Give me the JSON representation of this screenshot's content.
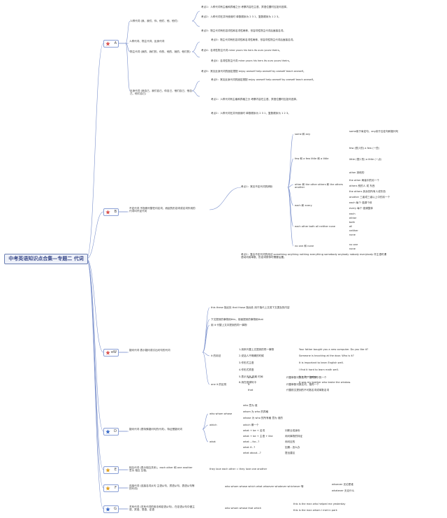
{
  "title": "中考英语知识点合集—专题二 代词",
  "branches": [
    {
      "label": "A",
      "desc": "人称代词、物主代词、反身代词",
      "icon_color": "#d9534f"
    },
    {
      "label": "B",
      "desc": "不定代词 不指明代替任何名词，而起的形容词或名词作用的代词叫不定代词",
      "icon_color": "#d9534f"
    },
    {
      "label": "eW",
      "desc": "疑问代词 表示疑问或引出问句的代词",
      "icon_color": "#d9534f"
    },
    {
      "label": "D",
      "desc": "疑问代词 (表特殊疑问句的代词)，特征是疑问词",
      "icon_color": "#3a6bc9"
    },
    {
      "label": "E",
      "desc": "相互代词 (表示相互关系)，each other 和 one another 意为 相互 互相。",
      "icon_color": "#e0a020"
    },
    {
      "label": "F",
      "desc": "连接代词 (连接名词从句 主语从句、宾语从句、表语从句等的代词)",
      "icon_color": "#e0a020"
    },
    {
      "label": "G",
      "desc": "关系代词 (关系代词的用法和定语从句)，在定语从句中做主语、宾语、表语、定语",
      "icon_color": "#3a6bc9"
    }
  ],
  "a_items": [
    "人称代词 (我、我们、你、他们、他、他们)",
    "物主代词 (我的、我们的、你的、他的、她的、他们的)",
    "反身代词 (我自己、我们自己、你自己、他们自己、他自己、他们自己)"
  ],
  "a_notes": [
    "考点1：人称代词有主格和宾格之分 考察内容在主语、宾语位置时应如何选择。",
    "考点2：人称代词在并列使用时 单数顺序为 2 3 1，复数顺序为 1 2 3。",
    "考点3：物主代词有形容词性和名词性两种，形容词性物主代词后面接名词。",
    "考点4：名词性物主代词 mine yours his hers its ours yours theirs。",
    "考点5：常见反身代词的固定搭配 enjoy oneself help oneself by oneself teach oneself。"
  ],
  "b_core": "考点1：常见不定代词的辨析",
  "b_items": [
    "some 和 any",
    "few 和 a few little 和 a little",
    "other 和 the other others 和 the others another",
    "each 和 every",
    "each other both all neither none",
    "no one 和 none"
  ],
  "b_leafs": [
    "some用于肯定句，any用于否定句和疑问句",
    "few (很少的)  a few (一些)",
    "little (很少的)  a little (一点)",
    "other 其他的",
    "the other 两者中的另一个",
    "others 别的人 或 东西",
    "the others 其余的所有人或东西",
    "another 三者或三者以上中的另一个",
    "each 每个 强调个体",
    "every 每个 强调整体",
    "each",
    "either",
    "both",
    "all",
    "neither",
    "none",
    "no one",
    "none"
  ],
  "b_note": "考点2：复合不定代词的用法 something anything nothing everything somebody anybody nobody everybody 作主语时谓语动词用单数，形容词修饰时需要后置。",
  "c_items": [
    "this these 指近处 that those 指远处 用于指代上文或下文提及的内容",
    "下文提到的事物用this，前面提到的事物用that",
    "用 it 代替上文中提到的同一事物",
    "it 的用法",
    "one it 的区别"
  ],
  "c_it_items": [
    "1.用来代替上文提到的同一事物",
    "2.说话人不明确的时候",
    "3.作形式主语",
    "4.作形式宾语",
    "5.表示天气 距离 时间",
    "6.用在强调句中"
  ],
  "c_it_leafs": [
    "Your father bought you a new computer. Do you like it?",
    "Someone is knocking at the door. Who is it?",
    "It is important to learn English well.",
    "I find it hard to learn math well.",
    "It is fine today.",
    "It was my brother who broke the window."
  ],
  "c_one_items": [
    "one",
    "it",
    "that"
  ],
  "c_one_leafs": [
    "代替单数可数名词，指同类中的一个",
    "代替单数可数名词，指同一个",
    "代替前文提到的不可数名词或单数名词"
  ],
  "d_items": [
    "who whom whose",
    "which",
    "what"
  ],
  "d_leafs": [
    "who 意为 谁",
    "whom 为 who 的宾格",
    "whose 为 who 的所有格 意为 谁的",
    "which 哪一个",
    "what + be + 名词",
    "what + be + 主语 + like",
    "what ...for...?",
    "what if...?",
    "what about...?"
  ],
  "d_desc": [
    "问职业或身份",
    "询问事物的特征",
    "询问目的",
    "如果...怎么办",
    "提出建议"
  ],
  "e_leaf": "they love each other = they love one another",
  "f_mid": "who whom whose which what whoever whatever whichever 等",
  "f_leafs": [
    "whoever 无论是谁",
    "whatever 无论什么"
  ],
  "g_mid": "who whom whose that which",
  "g_leafs": [
    "this is the man who helped me yesterday",
    "this is the man whom I met in park"
  ],
  "colors": {
    "line": "#7a90cc",
    "root_border": "#6b7fb3",
    "text": "#333333"
  }
}
